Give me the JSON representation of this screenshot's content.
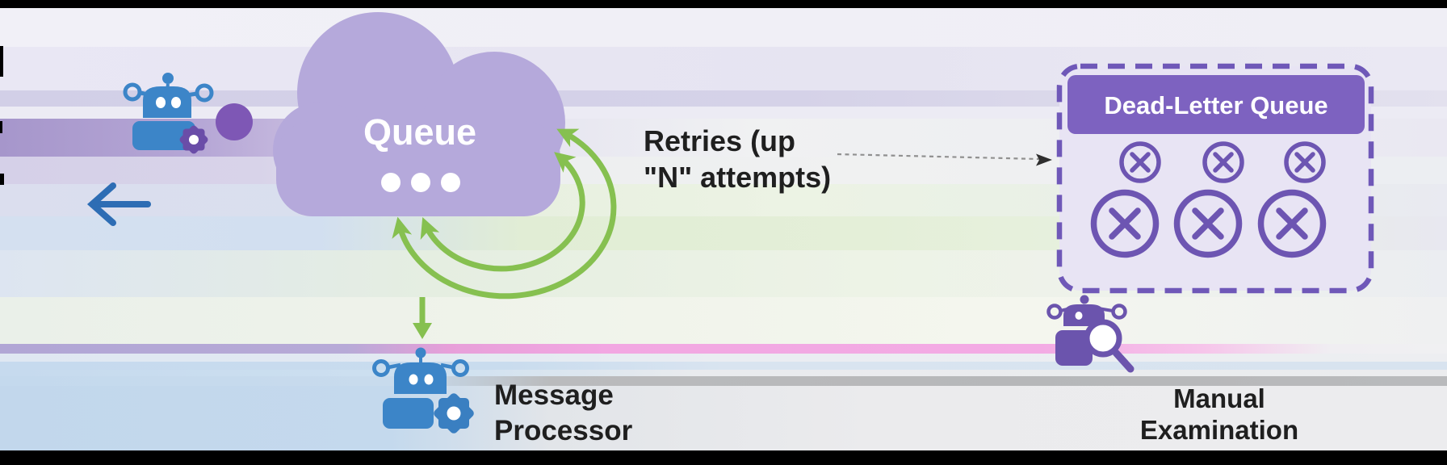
{
  "diagram": {
    "title_implicit": "Message queue retry and dead-letter flow",
    "queue": {
      "label": "Queue",
      "icon": "cloud-icon",
      "pending_dots": 3
    },
    "retry": {
      "line1": "Retries (up",
      "line2": "\"N\" attempts)",
      "icon": "circular-retry-arrows-icon"
    },
    "message_processor": {
      "line1": "Message",
      "line2": "Processor",
      "icon": "robot-gear-icon"
    },
    "dead_letter_queue": {
      "title": "Dead-Letter Queue",
      "failed_message_icon": "circled-x-icon",
      "failed_count_small": 3,
      "failed_count_large": 3
    },
    "manual_examination": {
      "line1": "Manual",
      "line2": "Examination",
      "icon": "robot-magnifier-icon"
    },
    "producer": {
      "icon": "robot-gear-icon",
      "message_icon": "message-dot-icon",
      "outbound_icon": "left-arrow-icon"
    },
    "colors": {
      "cloud": "#b5a9db",
      "green_arrow": "#86c050",
      "robot_blue": "#3c85c8",
      "arrow_blue": "#2d6db4",
      "purple_accent": "#6d55b2",
      "gear_purple": "#6a4da8",
      "message_dot": "#7e57b5",
      "dlq_header": "#7d62c0",
      "dlq_body": "#e8e4f4",
      "dashed_line": "#909090",
      "pink_band": "#f2a7e2",
      "text": "#1f1f1f"
    }
  }
}
